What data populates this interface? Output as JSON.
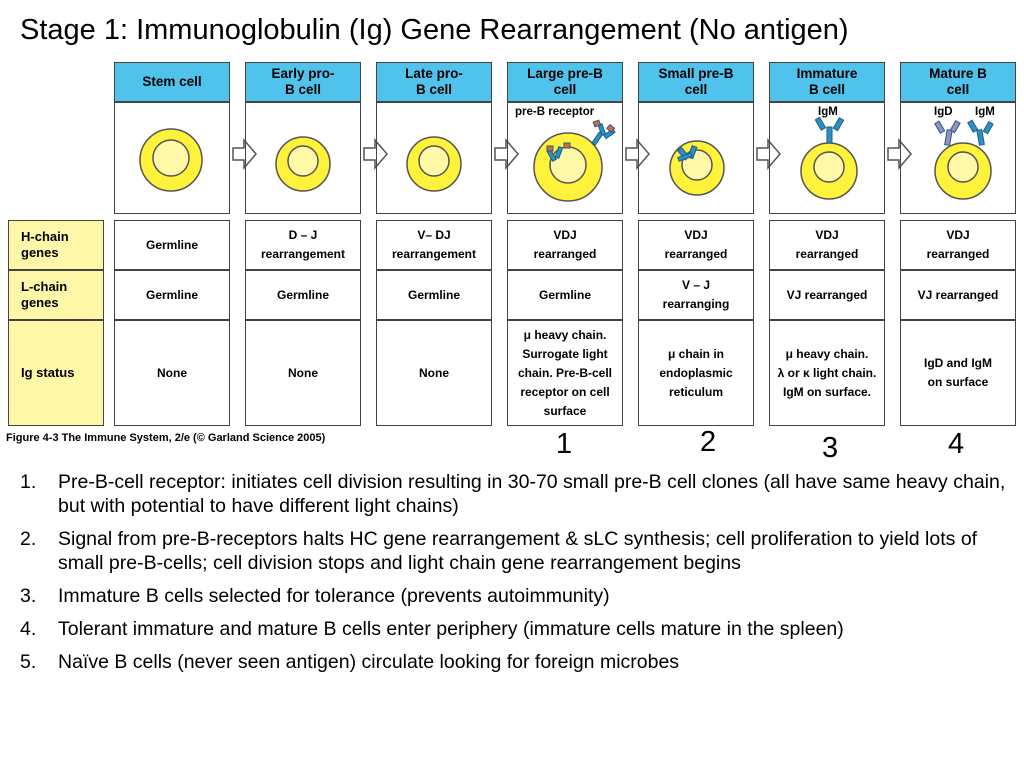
{
  "title": "Stage 1: Immunoglobulin (Ig) Gene Rearrangement (No antigen)",
  "stages": [
    {
      "header": "Stem cell",
      "h_chain": "Germline",
      "l_chain": "Germline",
      "ig_status": "None"
    },
    {
      "header": "Early pro-\nB cell",
      "h_chain": "D – J\nrearrangement",
      "l_chain": "Germline",
      "ig_status": "None"
    },
    {
      "header": "Late pro-\nB cell",
      "h_chain": "V– DJ\nrearrangement",
      "l_chain": "Germline",
      "ig_status": "None"
    },
    {
      "header": "Large pre-B\ncell",
      "h_chain": "VDJ\nrearranged",
      "l_chain": "Germline",
      "ig_status": "μ heavy chain.\nSurrogate light\nchain. Pre-B-cell\nreceptor on cell\nsurface"
    },
    {
      "header": "Small pre-B\ncell",
      "h_chain": "VDJ\nrearranged",
      "l_chain": "V – J\nrearranging",
      "ig_status": "μ chain in\nendoplasmic\nreticulum"
    },
    {
      "header": "Immature\nB cell",
      "h_chain": "VDJ\nrearranged",
      "l_chain": "VJ rearranged",
      "ig_status": "μ heavy chain.\nλ or κ light chain.\nIgM on surface."
    },
    {
      "header": "Mature B\ncell",
      "h_chain": "VDJ\nrearranged",
      "l_chain": "VJ rearranged",
      "ig_status": "IgD and IgM\non surface"
    }
  ],
  "row_labels": {
    "h_chain": "H-chain\ngenes",
    "l_chain": "L-chain\ngenes",
    "ig_status": "Ig status"
  },
  "cell_labels": {
    "pre_b_receptor": "pre-B receptor",
    "igm_immature": "IgM",
    "igd_mature": "IgD",
    "igm_mature": "IgM"
  },
  "caption": "Figure 4-3 The Immune System, 2/e (© Garland Science 2005)",
  "markers": [
    "1",
    "2",
    "3",
    "4"
  ],
  "notes": [
    {
      "n": "1.",
      "text": "Pre-B-cell receptor: initiates cell division resulting in 30-70 small pre-B cell clones (all have same heavy chain, but with potential to have different light chains)"
    },
    {
      "n": "2.",
      "text": "Signal from pre-B-receptors halts HC gene rearrangement & sLC synthesis; cell proliferation to yield lots of small pre-B-cells; cell division stops and light chain gene rearrangement begins"
    },
    {
      "n": "3.",
      "text": "Immature B cells selected for tolerance (prevents autoimmunity)"
    },
    {
      "n": "4.",
      "text": "Tolerant immature and mature B cells enter periphery (immature cells mature in the spleen)"
    },
    {
      "n": "5.",
      "text": "Naïve B cells (never seen antigen) circulate looking for foreign microbes"
    }
  ],
  "colors": {
    "header": "#4fc3ec",
    "row_label": "#fff7a8",
    "cell_fill": "#fff23a",
    "receptor": "#2e8fc4",
    "igd": "#9a8fc4",
    "surrogate": "#e0643a"
  }
}
